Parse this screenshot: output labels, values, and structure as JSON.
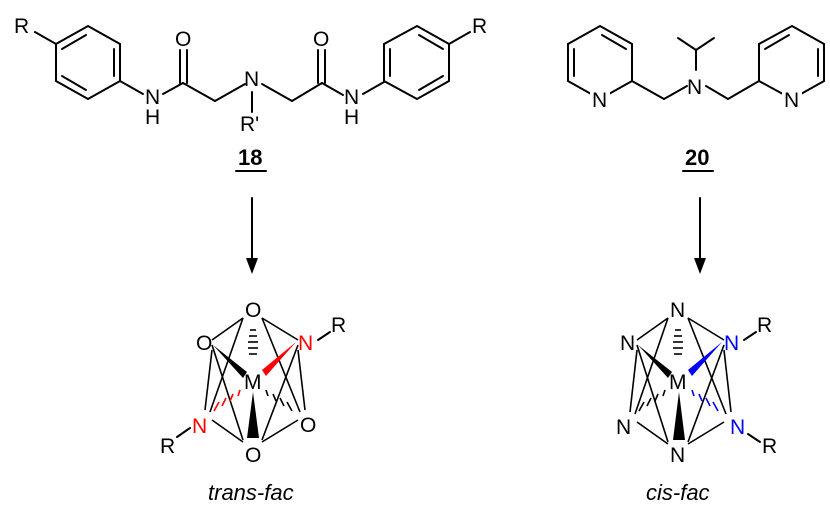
{
  "left_ligand": {
    "compound_number": "18",
    "substituent_left": "R",
    "substituent_right": "R",
    "nh_left_n": "N",
    "nh_left_h": "H",
    "nh_right_n": "N",
    "nh_right_h": "H",
    "carbonyl_left": "O",
    "carbonyl_right": "O",
    "amine_n": "N",
    "amine_substituent": "R'"
  },
  "right_ligand": {
    "compound_number": "20",
    "pyridine_left_n": "N",
    "pyridine_right_n": "N",
    "amine_n": "N"
  },
  "left_complex": {
    "metal": "M",
    "o_top": "O",
    "o_left": "O",
    "o_right": "O",
    "o_bottom": "O",
    "n_right": "N",
    "n_left": "N",
    "r_right": "R",
    "r_left": "R",
    "caption": "trans-fac",
    "highlight_color": "#ff0000"
  },
  "right_complex": {
    "metal": "M",
    "n_top": "N",
    "n_left": "N",
    "n_right": "N",
    "n_lower_left": "N",
    "n_lower_right": "N",
    "n_bottom": "N",
    "r_right": "R",
    "r_lower": "R",
    "caption": "cis-fac",
    "highlight_color": "#0000ff"
  }
}
